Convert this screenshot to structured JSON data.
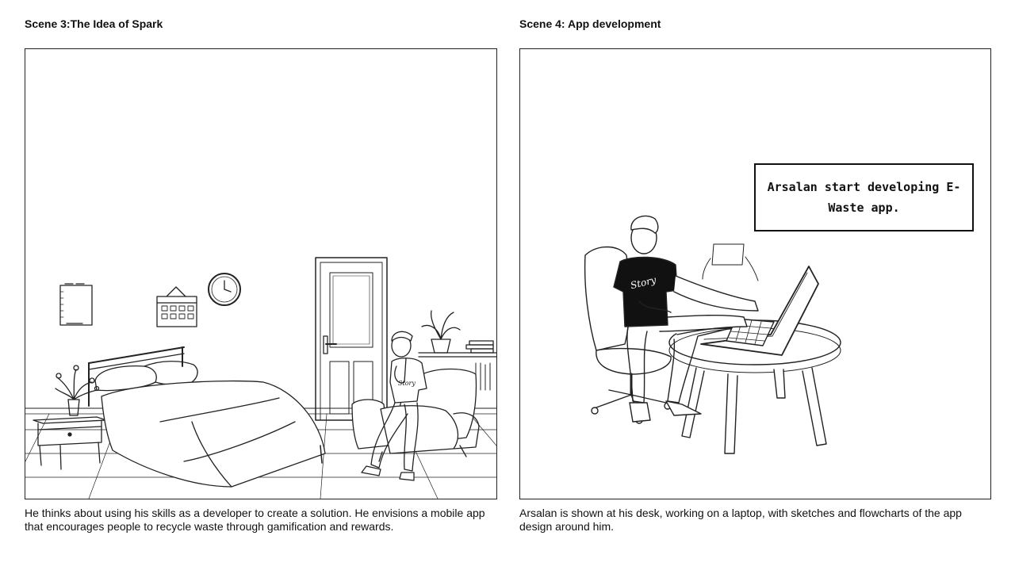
{
  "scene3": {
    "title": "Scene 3:The Idea of Spark",
    "caption": " He thinks about using his skills as a developer to create a solution. He envisions a mobile app that encourages people to recycle waste through gamification and rewards.",
    "shirt_text": "Story"
  },
  "scene4": {
    "title": "Scene 4: App development",
    "caption": "Arsalan is shown at his desk, working on a laptop, with sketches and flowcharts of the app design around him.",
    "speech": "Arsalan start developing E-Waste app.",
    "shirt_text": "Story"
  }
}
